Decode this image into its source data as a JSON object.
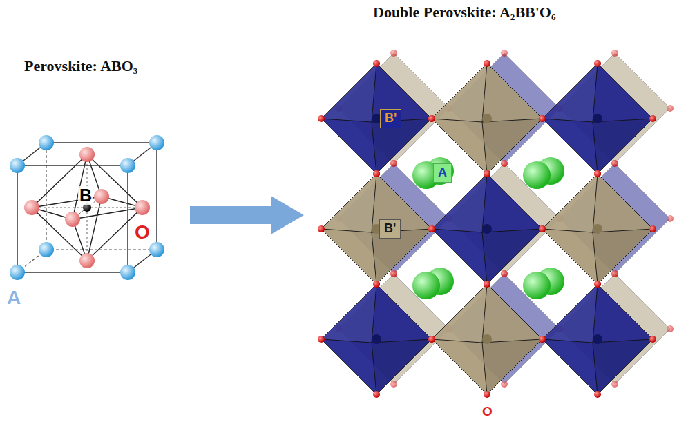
{
  "diagram": {
    "nodes": [
      {
        "text": [
          "B'"
        ]
      },
      {
        "text": [
          "A"
        ]
      },
      {
        "text": [
          "B'"
        ]
      }
    ],
    "labels": [
      "Double Perovskite: A₂BB'O₆",
      "Perovskite: ABO₃",
      "B",
      "O",
      "A",
      "O"
    ]
  }
}
